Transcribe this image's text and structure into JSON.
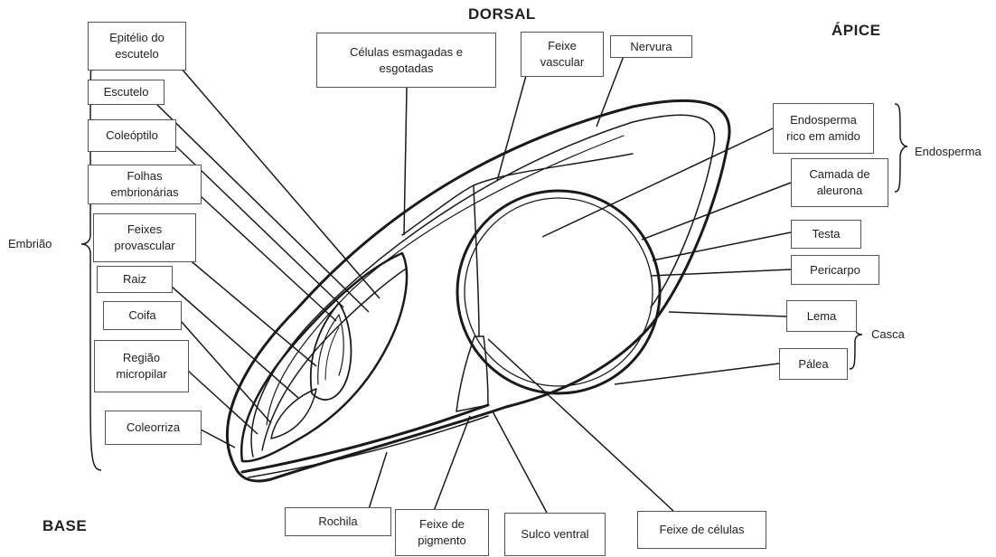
{
  "orientation": {
    "top": "DORSAL",
    "apex": "ÁPICE",
    "base": "BASE"
  },
  "labels": {
    "epitelio_escutelo": "Epitélio do\nescutelo",
    "escutelo": "Escutelo",
    "coleoptilo": "Coleóptilo",
    "folhas_embrionarias": "Folhas\nembrionárias",
    "feixes_provascular": "Feixes\nprovascular",
    "raiz": "Raiz",
    "coifa": "Coifa",
    "regiao_micropilar": "Região\nmicropilar",
    "coleorriza": "Coleorriza",
    "celulas_esmagadas": "Células esmagadas  e\nesgotadas",
    "feixe_vascular": "Feixe\nvascular",
    "nervura": "Nervura",
    "endosperma_amido": "Endosperma\nrico em amido",
    "camada_aleurona": "Camada de\naleurona",
    "testa": "Testa",
    "pericarpo": "Pericarpo",
    "lema": "Lema",
    "palea": "Pálea",
    "rochila": "Rochila",
    "feixe_pigmento": "Feixe de\npigmento",
    "sulco_ventral": "Sulco ventral",
    "feixe_celulas": "Feixe de células"
  },
  "groups": {
    "embriao": "Embrião",
    "endosperma": "Endosperma",
    "casca": "Casca"
  },
  "colors": {
    "line": "#1a1a1a",
    "box_border": "#555555"
  }
}
